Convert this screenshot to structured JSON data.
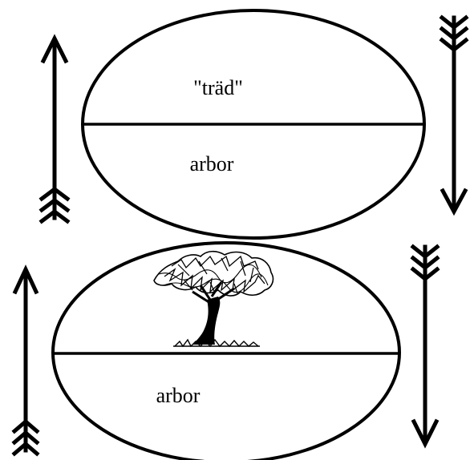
{
  "signs": [
    {
      "signifier": "\"träd\"",
      "signified": "arbor"
    },
    {
      "signifier_icon": "tree-illustration",
      "signified": "arbor"
    }
  ],
  "arrows": [
    {
      "side": "left",
      "direction": "up",
      "icon": "arrow-up-icon"
    },
    {
      "side": "right",
      "direction": "down",
      "icon": "arrow-down-icon"
    },
    {
      "side": "left",
      "direction": "up",
      "icon": "arrow-up-icon"
    },
    {
      "side": "right",
      "direction": "down",
      "icon": "arrow-down-icon"
    }
  ],
  "colors": {
    "ink": "#000000",
    "background": "#ffffff"
  }
}
